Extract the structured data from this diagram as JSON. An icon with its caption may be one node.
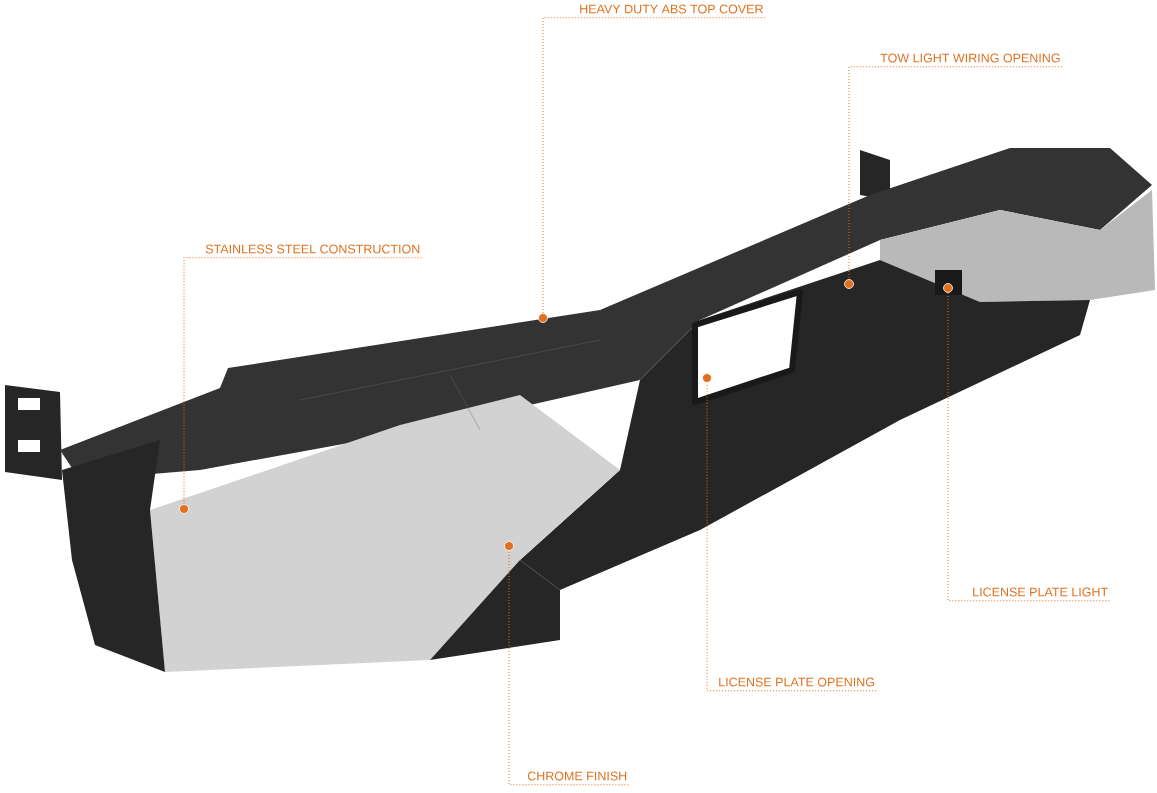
{
  "diagram": {
    "nodes": [
      {
        "text": [
          "HEAVY DUTY ABS TOP COVER"
        ]
      },
      {
        "text": [
          "TOW LIGHT WIRING OPENING"
        ]
      },
      {
        "text": [
          "STAINLESS STEEL CONSTRUCTION"
        ]
      },
      {
        "text": [
          "LICENSE PLATE LIGHT"
        ]
      },
      {
        "text": [
          "LICENSE PLATE OPENING"
        ]
      },
      {
        "text": [
          "CHROME FINISH"
        ]
      },
      {
        "text": [],
        "shape": "circle"
      },
      {
        "text": [],
        "shape": "circle"
      },
      {
        "text": [],
        "shape": "circle"
      },
      {
        "text": [],
        "shape": "circle"
      },
      {
        "text": [],
        "shape": "circle"
      },
      {
        "text": [],
        "shape": "circle"
      }
    ],
    "edges": [
      {
        "from": 0,
        "to": 6,
        "arrow": "none"
      },
      {
        "from": 1,
        "to": 7,
        "arrow": "none"
      },
      {
        "from": 2,
        "to": 8,
        "arrow": "none"
      },
      {
        "from": 3,
        "to": 9,
        "arrow": "none"
      },
      {
        "from": 4,
        "to": 10,
        "arrow": "none"
      },
      {
        "from": 5,
        "to": 11,
        "arrow": "none"
      }
    ]
  }
}
